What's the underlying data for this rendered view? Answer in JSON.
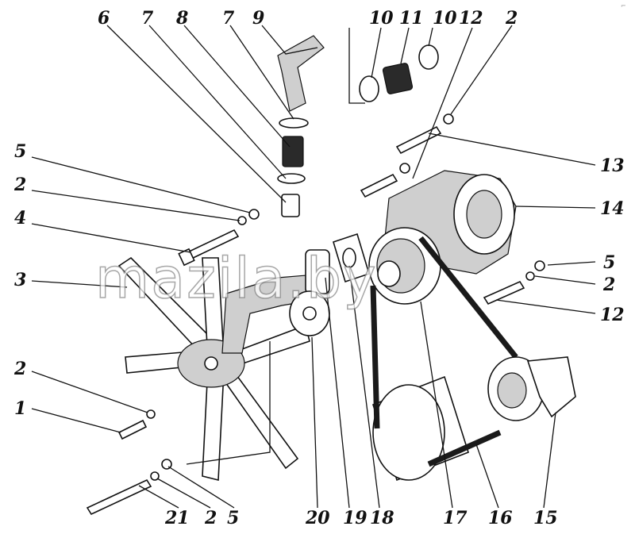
{
  "diagram": {
    "watermark": "mazila.by",
    "corner_mark": "⌐",
    "callouts": [
      {
        "id": "c6",
        "text": "6"
      },
      {
        "id": "c7a",
        "text": "7"
      },
      {
        "id": "c8",
        "text": "8"
      },
      {
        "id": "c7b",
        "text": "7"
      },
      {
        "id": "c9",
        "text": "9"
      },
      {
        "id": "c10a",
        "text": "10"
      },
      {
        "id": "c11",
        "text": "11"
      },
      {
        "id": "c10b",
        "text": "10"
      },
      {
        "id": "c12a",
        "text": "12"
      },
      {
        "id": "c2a",
        "text": "2"
      },
      {
        "id": "c5a",
        "text": "5"
      },
      {
        "id": "c2b",
        "text": "2"
      },
      {
        "id": "c4",
        "text": "4"
      },
      {
        "id": "c3",
        "text": "3"
      },
      {
        "id": "c13",
        "text": "13"
      },
      {
        "id": "c14",
        "text": "14"
      },
      {
        "id": "c5b",
        "text": "5"
      },
      {
        "id": "c2c",
        "text": "2"
      },
      {
        "id": "c12b",
        "text": "12"
      },
      {
        "id": "c2d",
        "text": "2"
      },
      {
        "id": "c1",
        "text": "1"
      },
      {
        "id": "c21",
        "text": "21"
      },
      {
        "id": "c2e",
        "text": "2"
      },
      {
        "id": "c5c",
        "text": "5"
      },
      {
        "id": "c20",
        "text": "20"
      },
      {
        "id": "c19",
        "text": "19"
      },
      {
        "id": "c18",
        "text": "18"
      },
      {
        "id": "c17",
        "text": "17"
      },
      {
        "id": "c16",
        "text": "16"
      },
      {
        "id": "c15",
        "text": "15"
      }
    ]
  }
}
